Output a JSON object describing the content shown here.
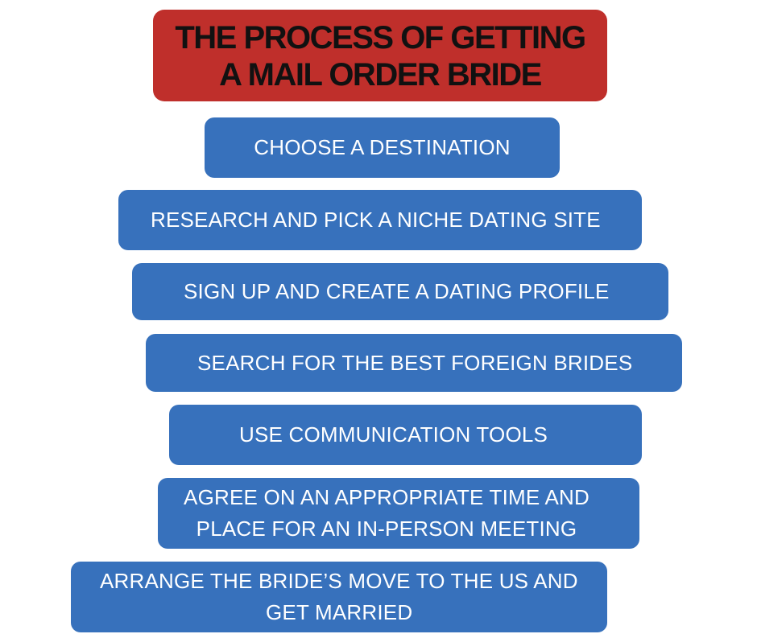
{
  "title": {
    "line1": "THE PROCESS OF GETTING",
    "line2": "A MAIL ORDER BRIDE"
  },
  "steps": [
    {
      "lines": [
        "CHOOSE A DESTINATION"
      ]
    },
    {
      "lines": [
        "RESEARCH AND PICK A NICHE DATING SITE"
      ]
    },
    {
      "lines": [
        "SIGN UP AND CREATE A DATING PROFILE"
      ]
    },
    {
      "lines": [
        "SEARCH FOR THE BEST FOREIGN BRIDES"
      ]
    },
    {
      "lines": [
        "USE COMMUNICATION TOOLS"
      ]
    },
    {
      "lines": [
        "AGREE ON AN APPROPRIATE TIME AND",
        "PLACE FOR AN IN-PERSON MEETING"
      ]
    },
    {
      "lines": [
        "ARRANGE THE BRIDE’S MOVE TO THE US AND",
        "GET MARRIED"
      ]
    }
  ],
  "colors": {
    "title_background": "#bf2f2b",
    "title_text": "#111111",
    "step_background": "#3771bc",
    "step_text": "#ffffff"
  }
}
